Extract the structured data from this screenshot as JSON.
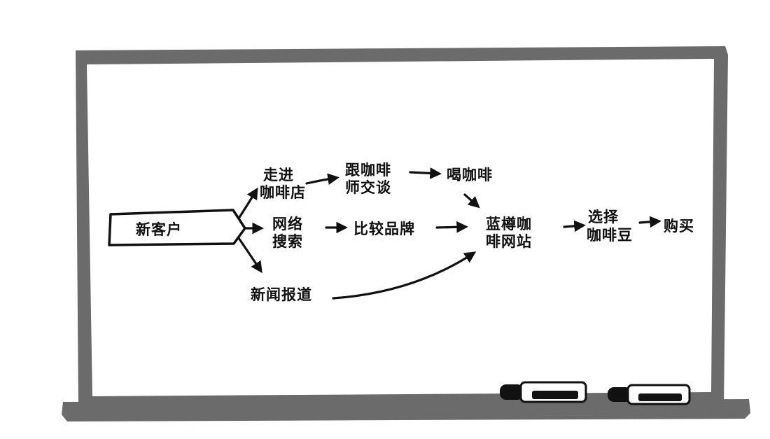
{
  "diagram": {
    "nodes": {
      "new_customer": [
        "新客户"
      ],
      "walk_into_cafe": [
        "走进",
        "咖啡店"
      ],
      "talk_to_barista": [
        "跟咖啡",
        "师交谈"
      ],
      "drink_coffee": [
        "喝咖啡"
      ],
      "web_search": [
        "网络",
        "搜索"
      ],
      "compare_brands": [
        "比较品牌"
      ],
      "news_report": [
        "新闻报道"
      ],
      "blue_bottle_site": [
        "蓝樽咖",
        "啡网站"
      ],
      "choose_beans": [
        "选择",
        "咖啡豆"
      ],
      "purchase": [
        "购买"
      ]
    },
    "edges": [
      [
        "new_customer",
        "walk_into_cafe"
      ],
      [
        "new_customer",
        "web_search"
      ],
      [
        "new_customer",
        "news_report"
      ],
      [
        "walk_into_cafe",
        "talk_to_barista"
      ],
      [
        "talk_to_barista",
        "drink_coffee"
      ],
      [
        "drink_coffee",
        "blue_bottle_site"
      ],
      [
        "web_search",
        "compare_brands"
      ],
      [
        "compare_brands",
        "blue_bottle_site"
      ],
      [
        "news_report",
        "blue_bottle_site"
      ],
      [
        "blue_bottle_site",
        "choose_beans"
      ],
      [
        "choose_beans",
        "purchase"
      ]
    ]
  },
  "colors": {
    "frame": "#6b6b6b",
    "ink": "#111111",
    "surface": "#ffffff"
  },
  "props": {
    "markers": [
      "marker-left",
      "marker-right"
    ]
  }
}
